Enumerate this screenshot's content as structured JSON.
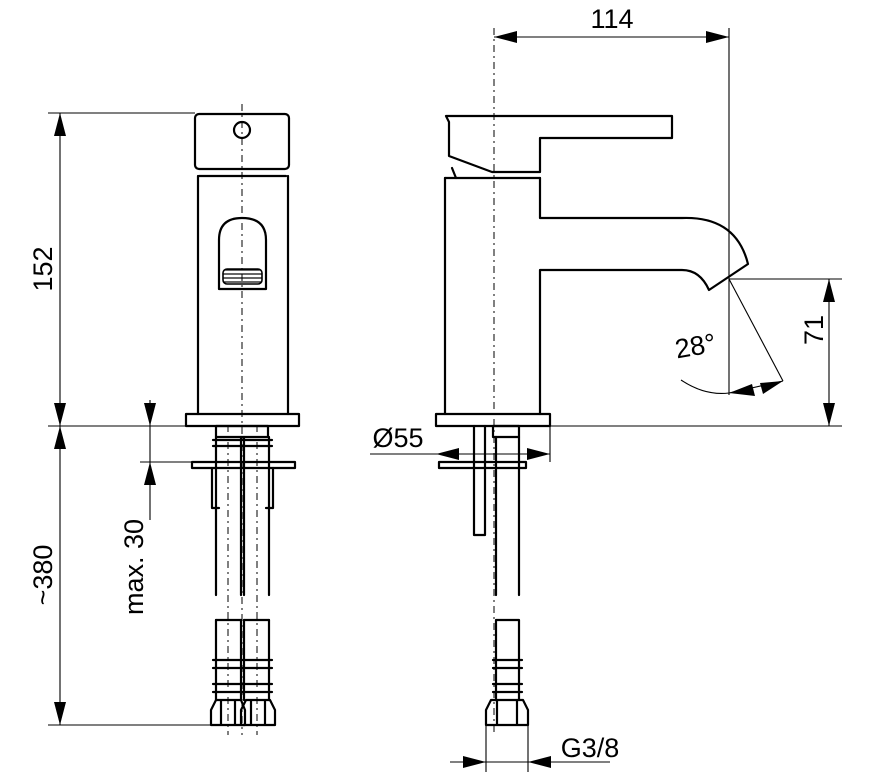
{
  "diagram": {
    "dimensions": {
      "spout_reach": "114",
      "total_height": "152",
      "spout_height": "71",
      "spout_angle": "28°",
      "base_diameter": "Ø55",
      "hose_length": "~380",
      "max_deck_thickness": "max. 30",
      "connection_thread": "G3/8"
    }
  }
}
